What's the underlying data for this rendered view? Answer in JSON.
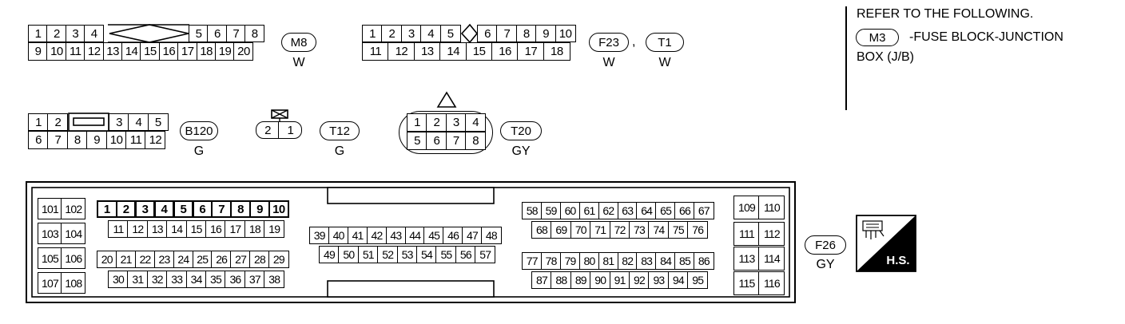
{
  "reference": {
    "line1": "REFER TO THE FOLLOWING.",
    "connector": "M3",
    "line2": "-FUSE BLOCK-JUNCTION",
    "line3": "BOX (J/B)"
  },
  "connectors": {
    "m8": {
      "id": "M8",
      "color": "W",
      "row1": [
        "1",
        "2",
        "3",
        "4",
        "5",
        "6",
        "7",
        "8"
      ],
      "row2": [
        "9",
        "10",
        "11",
        "12",
        "13",
        "14",
        "15",
        "16",
        "17",
        "18",
        "19",
        "20"
      ]
    },
    "f23": {
      "id": "F23",
      "color": "W",
      "row1": [
        "1",
        "2",
        "3",
        "4",
        "5",
        "6",
        "7",
        "8",
        "9",
        "10"
      ],
      "row2": [
        "11",
        "12",
        "13",
        "14",
        "15",
        "16",
        "17",
        "18"
      ]
    },
    "t1": {
      "id": "T1",
      "color": "W",
      "separator": ","
    },
    "b120": {
      "id": "B120",
      "color": "G",
      "row1": [
        "1",
        "2",
        "3",
        "4",
        "5"
      ],
      "row2": [
        "6",
        "7",
        "8",
        "9",
        "10",
        "11",
        "12"
      ]
    },
    "t12": {
      "id": "T12",
      "color": "G",
      "pins": [
        "2",
        "1"
      ]
    },
    "t20": {
      "id": "T20",
      "color": "GY",
      "row1": [
        "1",
        "2",
        "3",
        "4"
      ],
      "row2": [
        "5",
        "6",
        "7",
        "8"
      ]
    },
    "f26": {
      "id": "F26",
      "color": "GY",
      "left_pins": [
        [
          "101",
          "102"
        ],
        [
          "103",
          "104"
        ],
        [
          "105",
          "106"
        ],
        [
          "107",
          "108"
        ]
      ],
      "block1_row1": [
        "1",
        "2",
        "3",
        "4",
        "5",
        "6",
        "7",
        "8",
        "9",
        "10"
      ],
      "block1_row2": [
        "11",
        "12",
        "13",
        "14",
        "15",
        "16",
        "17",
        "18",
        "19"
      ],
      "block1_row3": [
        "20",
        "21",
        "22",
        "23",
        "24",
        "25",
        "26",
        "27",
        "28",
        "29"
      ],
      "block1_row4": [
        "30",
        "31",
        "32",
        "33",
        "34",
        "35",
        "36",
        "37",
        "38"
      ],
      "center_row1": [
        "39",
        "40",
        "41",
        "42",
        "43",
        "44",
        "45",
        "46",
        "47",
        "48"
      ],
      "center_row2": [
        "49",
        "50",
        "51",
        "52",
        "53",
        "54",
        "55",
        "56",
        "57"
      ],
      "block2_row1": [
        "58",
        "59",
        "60",
        "61",
        "62",
        "63",
        "64",
        "65",
        "66",
        "67"
      ],
      "block2_row2": [
        "68",
        "69",
        "70",
        "71",
        "72",
        "73",
        "74",
        "75",
        "76"
      ],
      "block2_row3": [
        "77",
        "78",
        "79",
        "80",
        "81",
        "82",
        "83",
        "84",
        "85",
        "86"
      ],
      "block2_row4": [
        "87",
        "88",
        "89",
        "90",
        "91",
        "92",
        "93",
        "94",
        "95"
      ],
      "right_pins": [
        [
          "109",
          "110"
        ],
        [
          "111",
          "112"
        ],
        [
          "113",
          "114"
        ],
        [
          "115",
          "116"
        ]
      ]
    }
  },
  "hs_badge": {
    "label": "H.S.",
    "icon": "connector-harness-icon"
  }
}
